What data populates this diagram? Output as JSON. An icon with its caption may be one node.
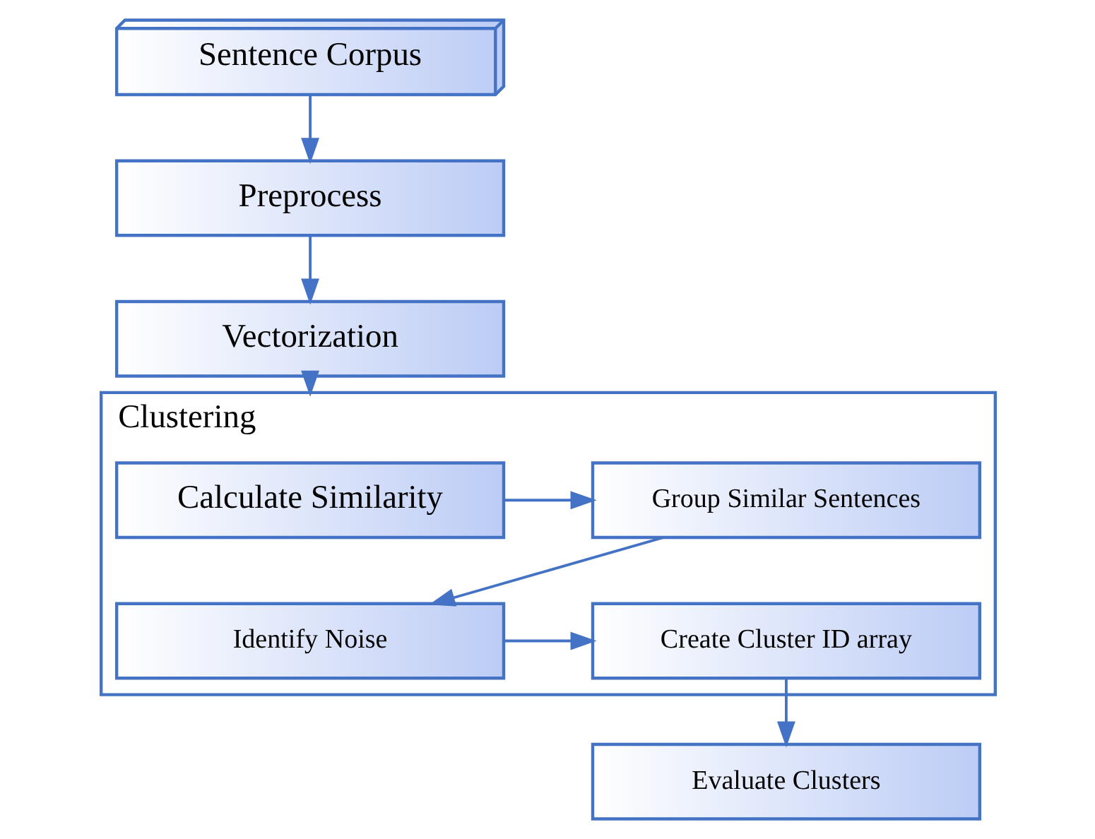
{
  "diagram": {
    "nodes": [
      {
        "text": [
          "Sentence Corpus"
        ]
      },
      {
        "text": [
          "Preprocess"
        ]
      },
      {
        "text": [
          "Vectorization"
        ]
      },
      {
        "text": [
          "Clustering"
        ]
      },
      {
        "text": [
          "Calculate Similarity"
        ],
        "in": 3
      },
      {
        "text": [
          "Group Similar Sentences"
        ],
        "in": 3
      },
      {
        "text": [
          "Identify Noise"
        ],
        "in": 3
      },
      {
        "text": [
          "Create Cluster ID array"
        ],
        "in": 3
      },
      {
        "text": [
          "Evaluate Clusters"
        ]
      }
    ],
    "edges": [
      {
        "from": 0,
        "to": 1,
        "arrow": "to"
      },
      {
        "from": 1,
        "to": 2,
        "arrow": "to"
      },
      {
        "from": 2,
        "to": 3,
        "arrow": "to"
      },
      {
        "from": 4,
        "to": 5,
        "arrow": "to"
      },
      {
        "from": 5,
        "to": 6,
        "arrow": "to"
      },
      {
        "from": 6,
        "to": 7,
        "arrow": "to"
      },
      {
        "from": 7,
        "to": 8,
        "arrow": "to"
      }
    ]
  }
}
